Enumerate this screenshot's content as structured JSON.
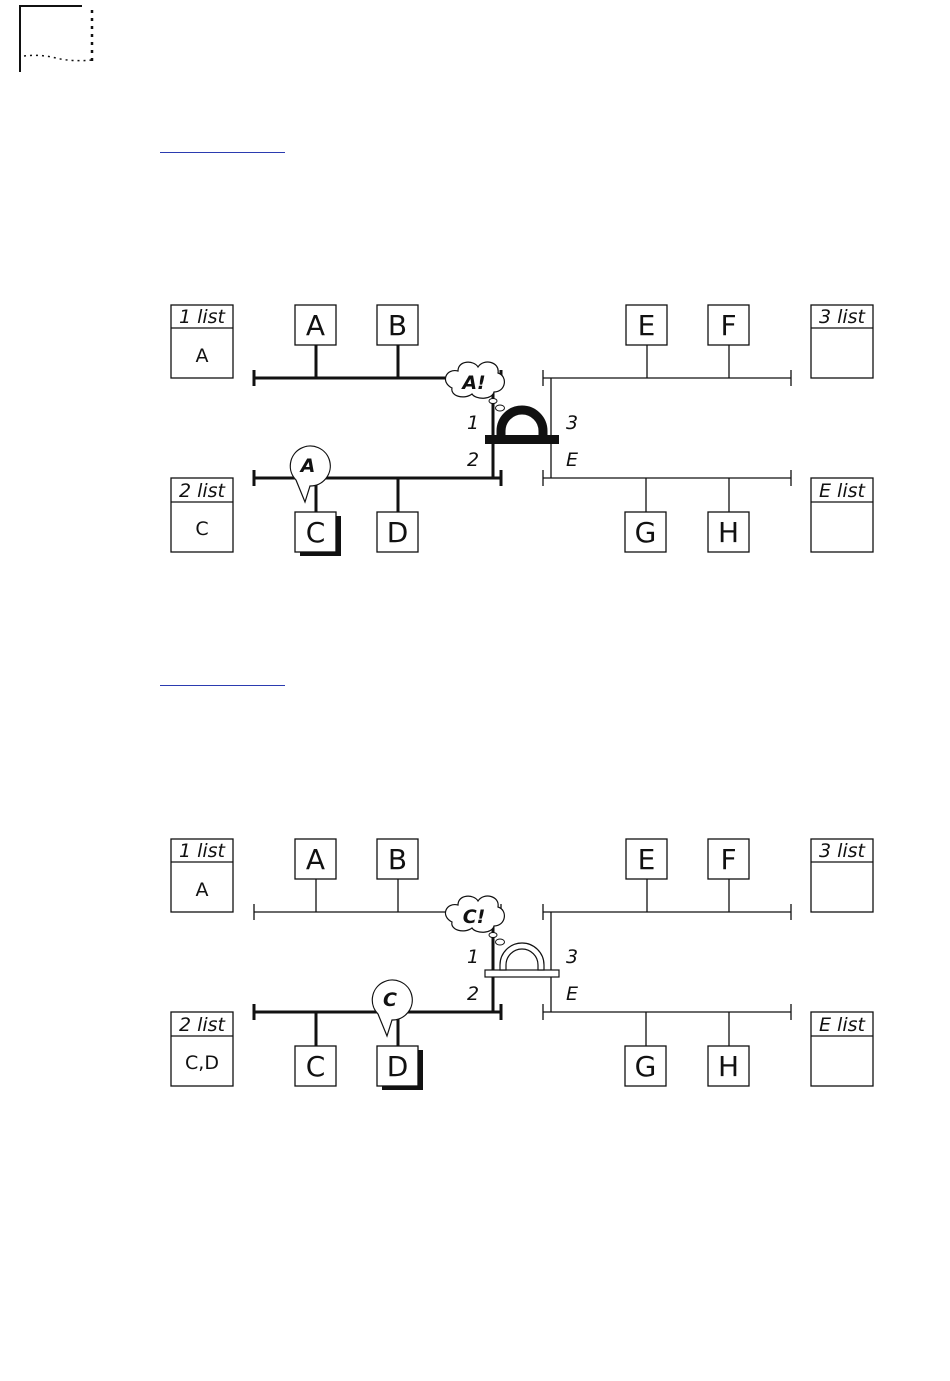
{
  "figures": [
    {
      "id": "figure-1",
      "lists": {
        "l1": {
          "title": "1 list",
          "value": "A"
        },
        "l2": {
          "title": "2 list",
          "value": "C"
        },
        "l3": {
          "title": "3 list",
          "value": ""
        },
        "lE": {
          "title": "E list",
          "value": ""
        }
      },
      "nodes": {
        "A": "A",
        "B": "B",
        "C": "C",
        "D": "D",
        "E": "E",
        "F": "F",
        "G": "G",
        "H": "H"
      },
      "ports": {
        "p1": "1",
        "p2": "2",
        "p3": "3",
        "pE": "E"
      },
      "think_bubble": "A!",
      "speech_bubble": "A",
      "active_node": "C",
      "bridge_active": true
    },
    {
      "id": "figure-2",
      "lists": {
        "l1": {
          "title": "1 list",
          "value": "A"
        },
        "l2": {
          "title": "2 list",
          "value": "C,D"
        },
        "l3": {
          "title": "3 list",
          "value": ""
        },
        "lE": {
          "title": "E list",
          "value": ""
        }
      },
      "nodes": {
        "A": "A",
        "B": "B",
        "C": "C",
        "D": "D",
        "E": "E",
        "F": "F",
        "G": "G",
        "H": "H"
      },
      "ports": {
        "p1": "1",
        "p2": "2",
        "p3": "3",
        "pE": "E"
      },
      "think_bubble": "C!",
      "speech_bubble": "C",
      "active_node": "D",
      "bridge_active": false
    }
  ]
}
